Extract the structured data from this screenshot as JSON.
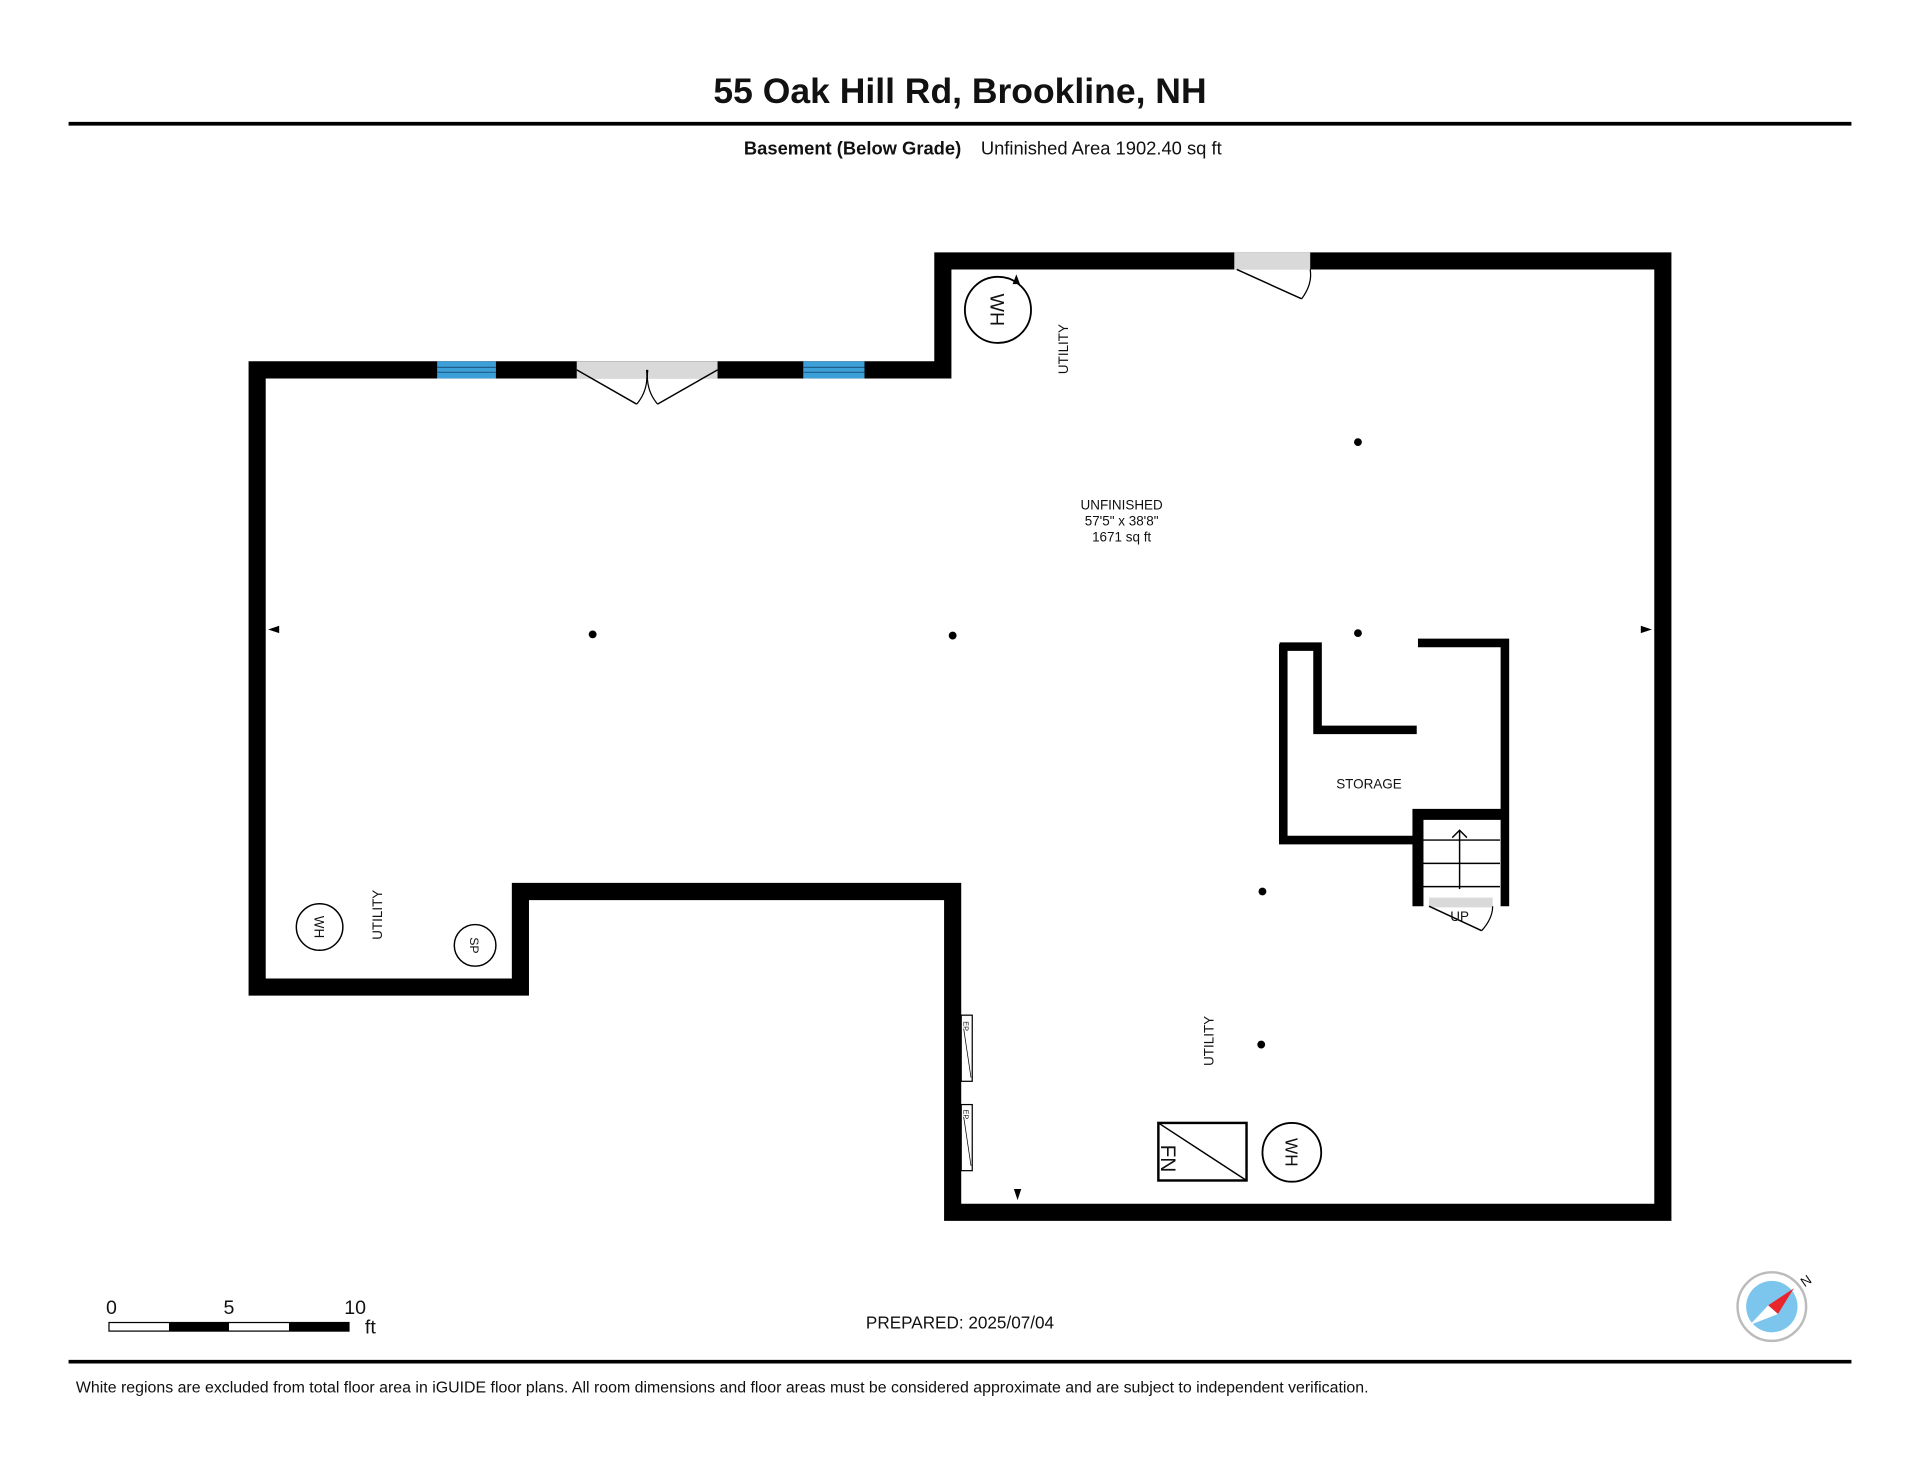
{
  "header": {
    "title": "55 Oak Hill Rd, Brookline, NH",
    "floor_label": "Basement (Below Grade)",
    "area_label": "Unfinished Area 1902.40 sq ft"
  },
  "rooms": {
    "main": {
      "name": "UNFINISHED",
      "dimensions": "57'5\" x 38'8\"",
      "area": "1671 sq ft"
    },
    "storage": {
      "name": "STORAGE"
    },
    "utility_labels": [
      "UTILITY",
      "UTILITY",
      "UTILITY"
    ],
    "stairs_label": "UP"
  },
  "fixtures": {
    "water_heater": "WH",
    "sump_pump": "SP",
    "furnace": "FN",
    "electrical_panel": "EP"
  },
  "scale_bar": {
    "ticks": [
      "0",
      "5",
      "10"
    ],
    "unit": "ft"
  },
  "prepared": "PREPARED: 2025/07/04",
  "footer": {
    "disclaimer": "White regions are excluded from total floor area in iGUIDE floor plans. All room dimensions and floor areas must be considered approximate and are subject to independent verification."
  },
  "compass": {
    "label": "N",
    "needle_color": "#e8262b",
    "face_color": "#7cc6ee"
  },
  "colors": {
    "wall": "#000000",
    "window": "#3d9fd8",
    "door_opening": "#d9d9d9"
  }
}
